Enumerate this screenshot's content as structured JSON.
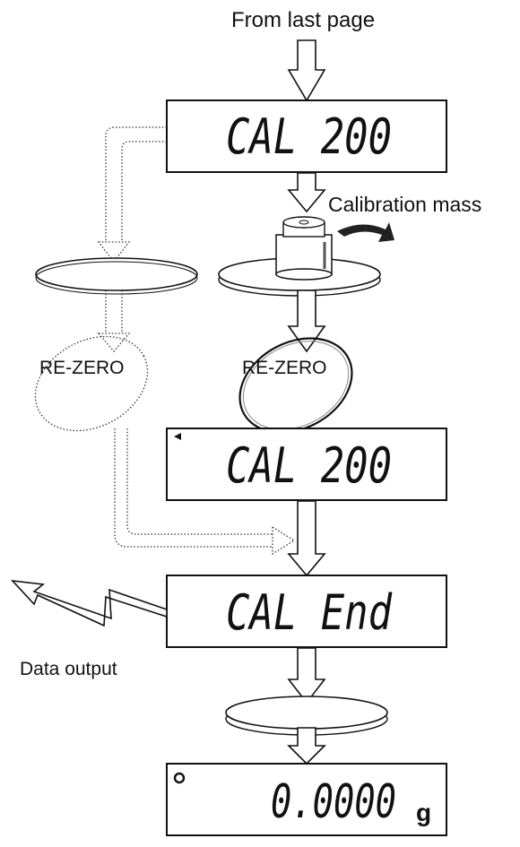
{
  "labels": {
    "from_last_page": "From last page",
    "calibration_mass": "Calibration mass",
    "rezero_left": "RE-ZERO",
    "rezero_right": "RE-ZERO",
    "data_output": "Data output"
  },
  "displays": {
    "cal_1": "CAL 200",
    "cal_2": "CAL 200",
    "cal_end": "CAL End",
    "result_value": "0.0000",
    "result_unit": "g"
  }
}
